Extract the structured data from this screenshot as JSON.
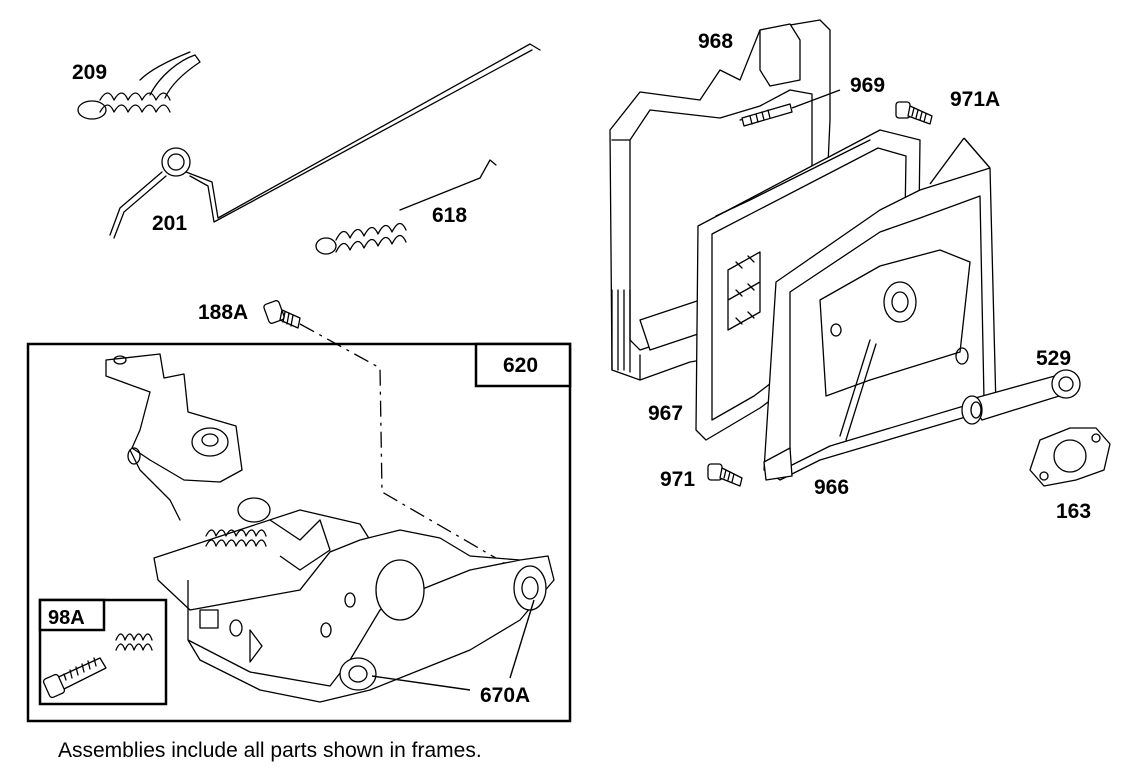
{
  "labels": {
    "p209": "209",
    "p201": "201",
    "p618": "618",
    "p188A": "188A",
    "p620": "620",
    "p98A": "98A",
    "p670A": "670A",
    "p968": "968",
    "p969": "969",
    "p971A": "971A",
    "p967": "967",
    "p971": "971",
    "p966": "966",
    "p529": "529",
    "p163": "163"
  },
  "footnote": "Assemblies include all parts shown in frames."
}
